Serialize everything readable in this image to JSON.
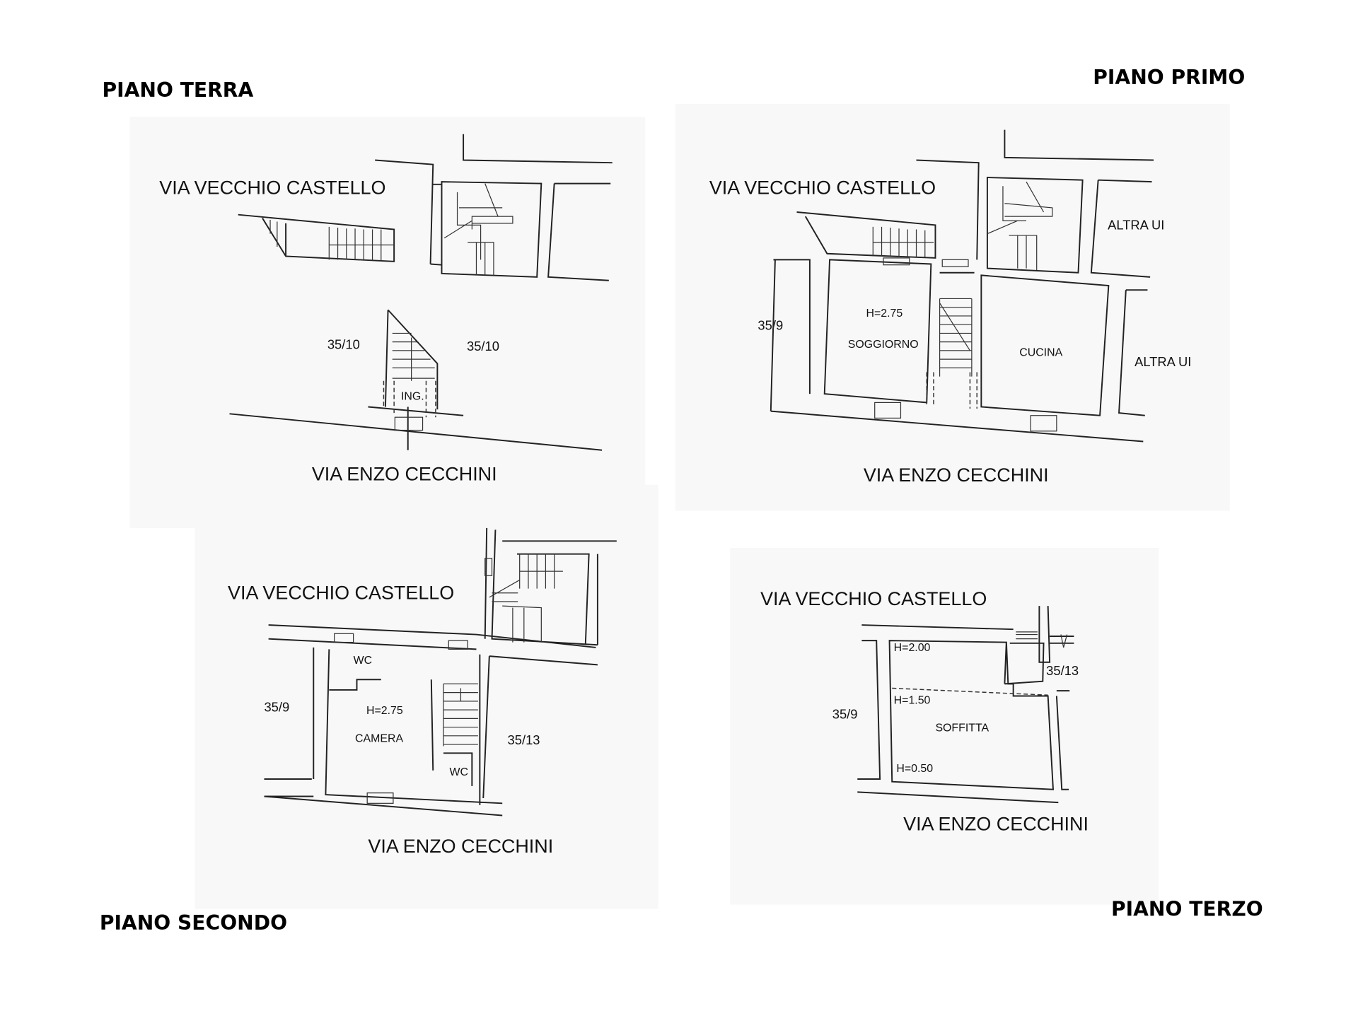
{
  "floors": {
    "ground": {
      "title": "PIANO TERRA",
      "street_north": "VIA VECCHIO CASTELLO",
      "street_south": "VIA ENZO CECCHINI",
      "parcel_left": "35/10",
      "parcel_right": "35/10",
      "entrance": "ING."
    },
    "first": {
      "title": "PIANO PRIMO",
      "street_north": "VIA VECCHIO CASTELLO",
      "street_south": "VIA ENZO CECCHINI",
      "parcel_left": "35/9",
      "height": "H=2.75",
      "room_living": "SOGGIORNO",
      "room_kitchen": "CUCINA",
      "other_unit_top": "ALTRA UI",
      "other_unit_right": "ALTRA UI"
    },
    "second": {
      "title": "PIANO SECONDO",
      "street_north": "VIA VECCHIO CASTELLO",
      "street_south": "VIA ENZO CECCHINI",
      "parcel_left": "35/9",
      "parcel_right": "35/13",
      "height": "H=2.75",
      "room_bedroom": "CAMERA",
      "wc_top": "WC",
      "wc_bottom": "WC"
    },
    "third": {
      "title": "PIANO TERZO",
      "street_north": "VIA VECCHIO CASTELLO",
      "street_south": "VIA ENZO CECCHINI",
      "parcel_left": "35/9",
      "parcel_right": "35/13",
      "h1": "H=2.00",
      "h2": "H=1.50",
      "h3": "H=0.50",
      "room_attic": "SOFFITTA"
    }
  }
}
